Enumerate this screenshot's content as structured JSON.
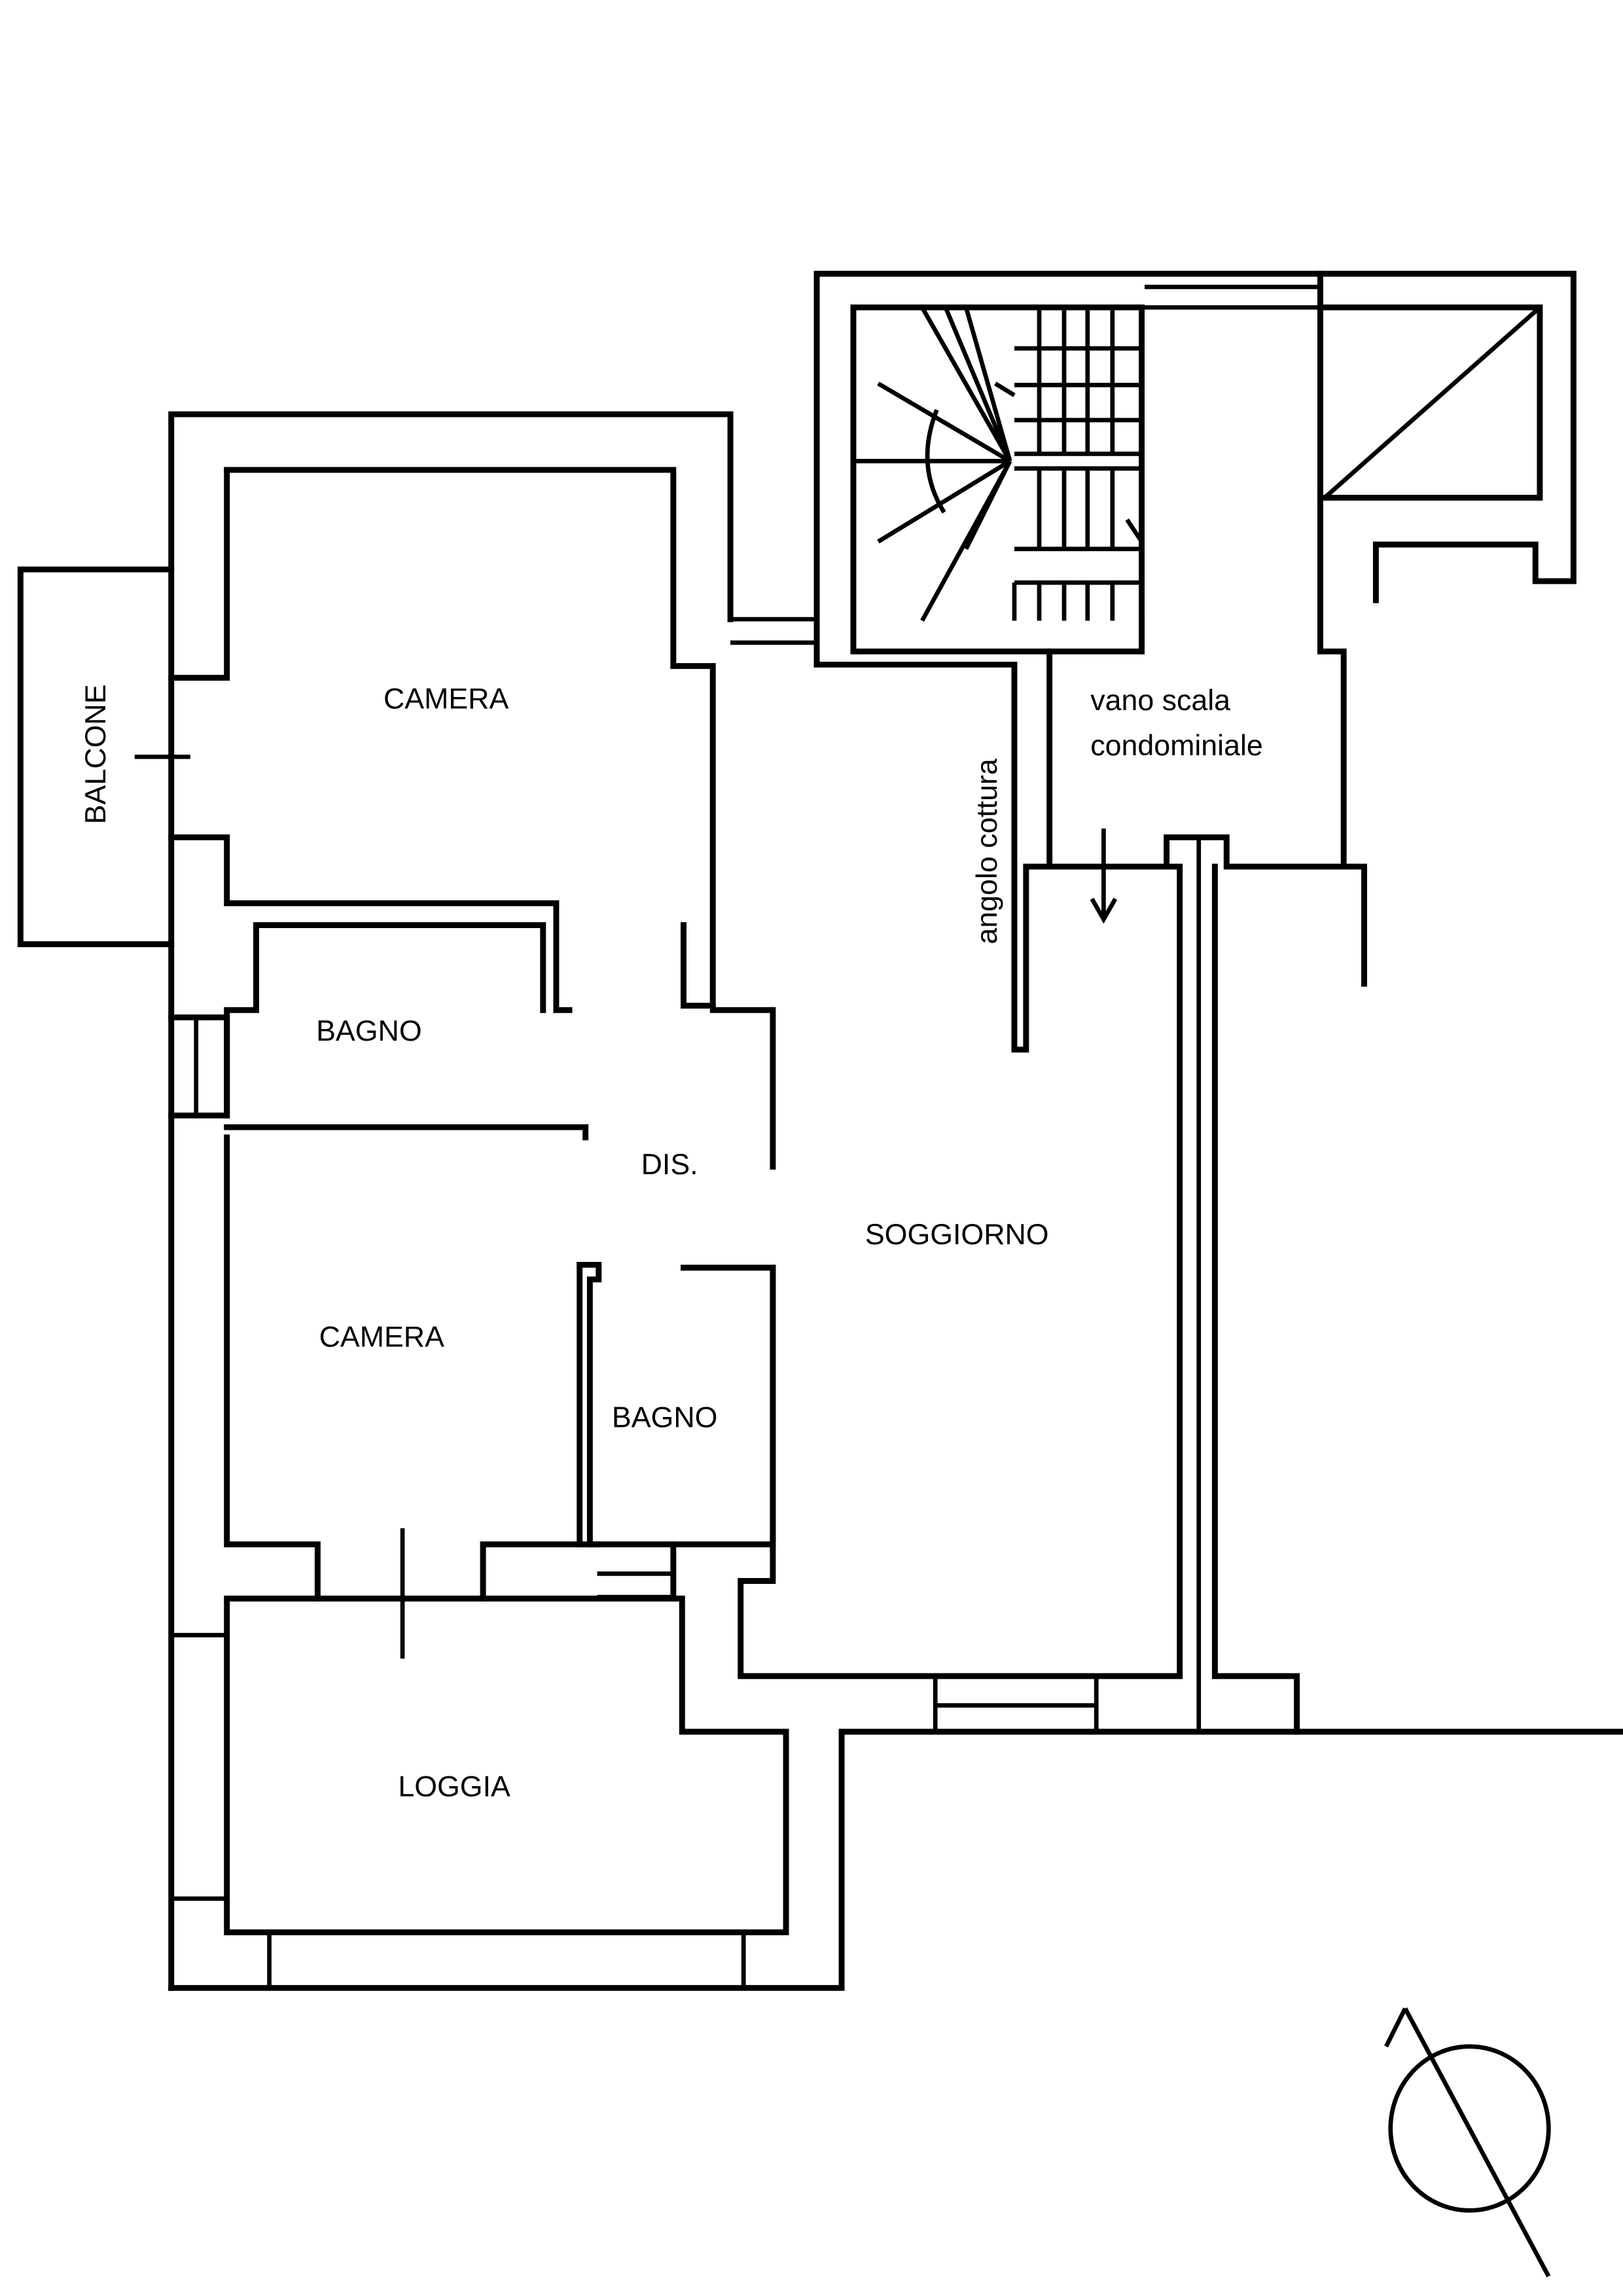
{
  "rooms": {
    "camera_top": "CAMERA",
    "balcone": "BALCONE",
    "bagno_left": "BAGNO",
    "dis": "DIS.",
    "camera_bottom": "CAMERA",
    "bagno_small": "BAGNO",
    "soggiorno": "SOGGIORNO",
    "loggia": "LOGGIA",
    "angolo_cottura": "angolo cottura",
    "vano_scala_line1": "vano scala",
    "vano_scala_line2": "condominiale"
  },
  "north_arrow": "north-arrow-icon"
}
